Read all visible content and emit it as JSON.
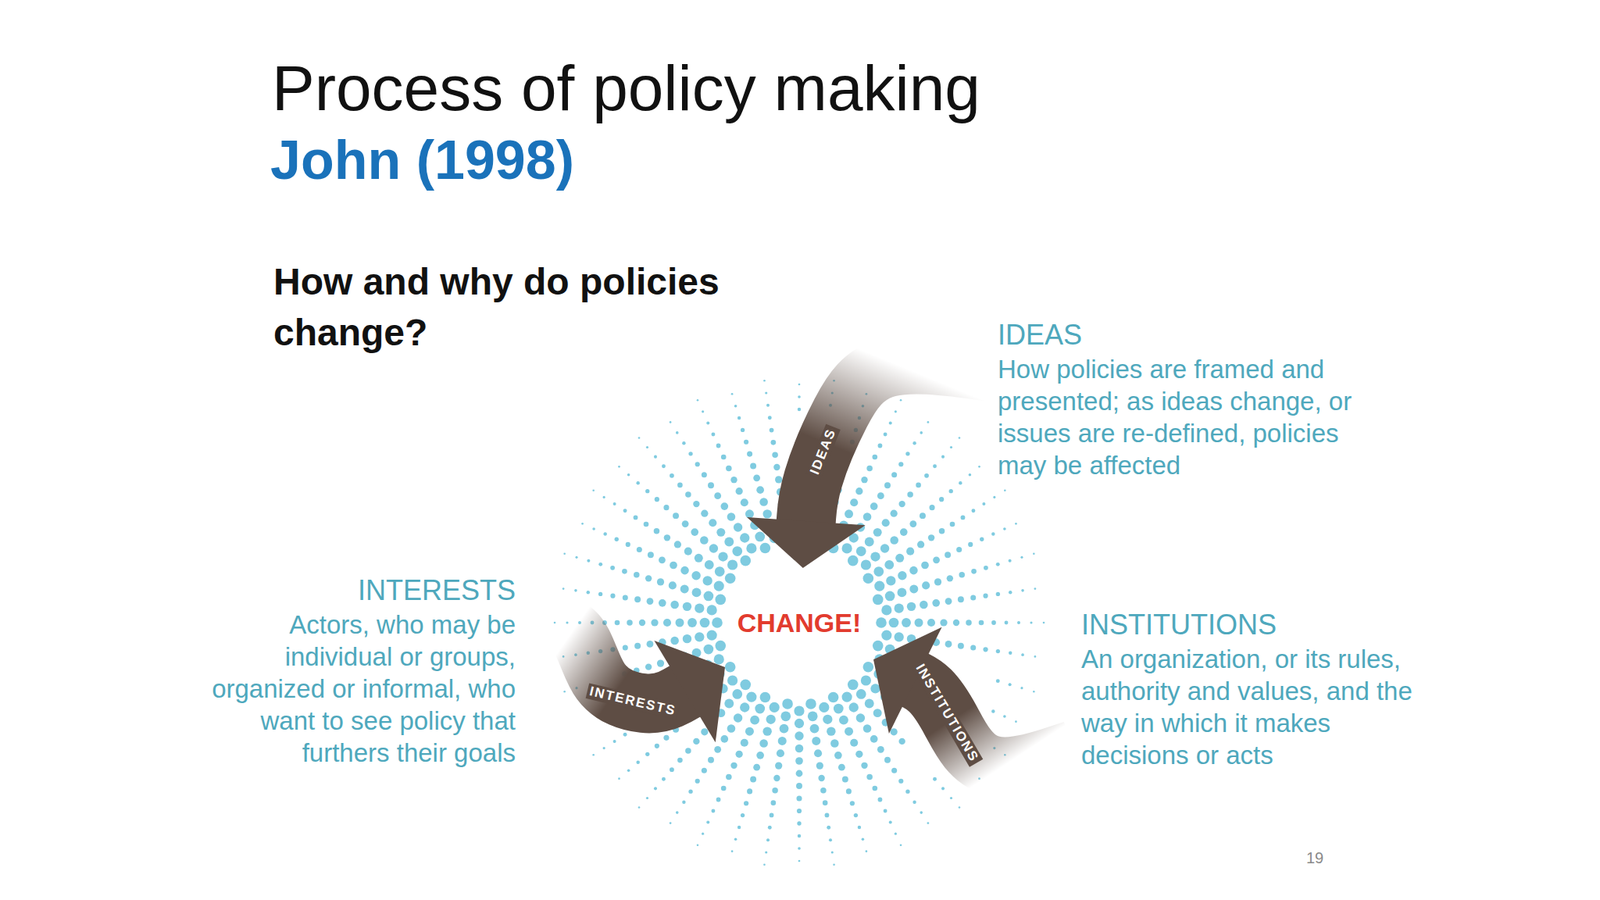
{
  "diagram": {
    "title": "Process of policy making",
    "nodes": [
      {
        "text": [
          "IDEAS",
          "How policies are framed and presented; as ideas change, or issues are re-defined, policies may be affected"
        ]
      },
      {
        "text": [
          "INTERESTS",
          "Actors, who may be individual or groups, organized or informal, who want to see policy that furthers their goals"
        ]
      },
      {
        "text": [
          "CHANGE!"
        ]
      },
      {
        "text": [
          "INSTITUTIONS",
          "An organization, or its rules, authority and values, and the way in which it makes decisions or acts"
        ]
      }
    ],
    "edges": [
      {
        "from": 0,
        "to": 2,
        "label": "IDEAS",
        "arrow": "to"
      },
      {
        "from": 1,
        "to": 2,
        "label": "INTERESTS",
        "arrow": "to"
      },
      {
        "from": 3,
        "to": 2,
        "label": "INSTITUTIONS",
        "arrow": "to"
      }
    ],
    "labels": [
      "John (1998)",
      "How and why do policies change?",
      "19"
    ]
  }
}
